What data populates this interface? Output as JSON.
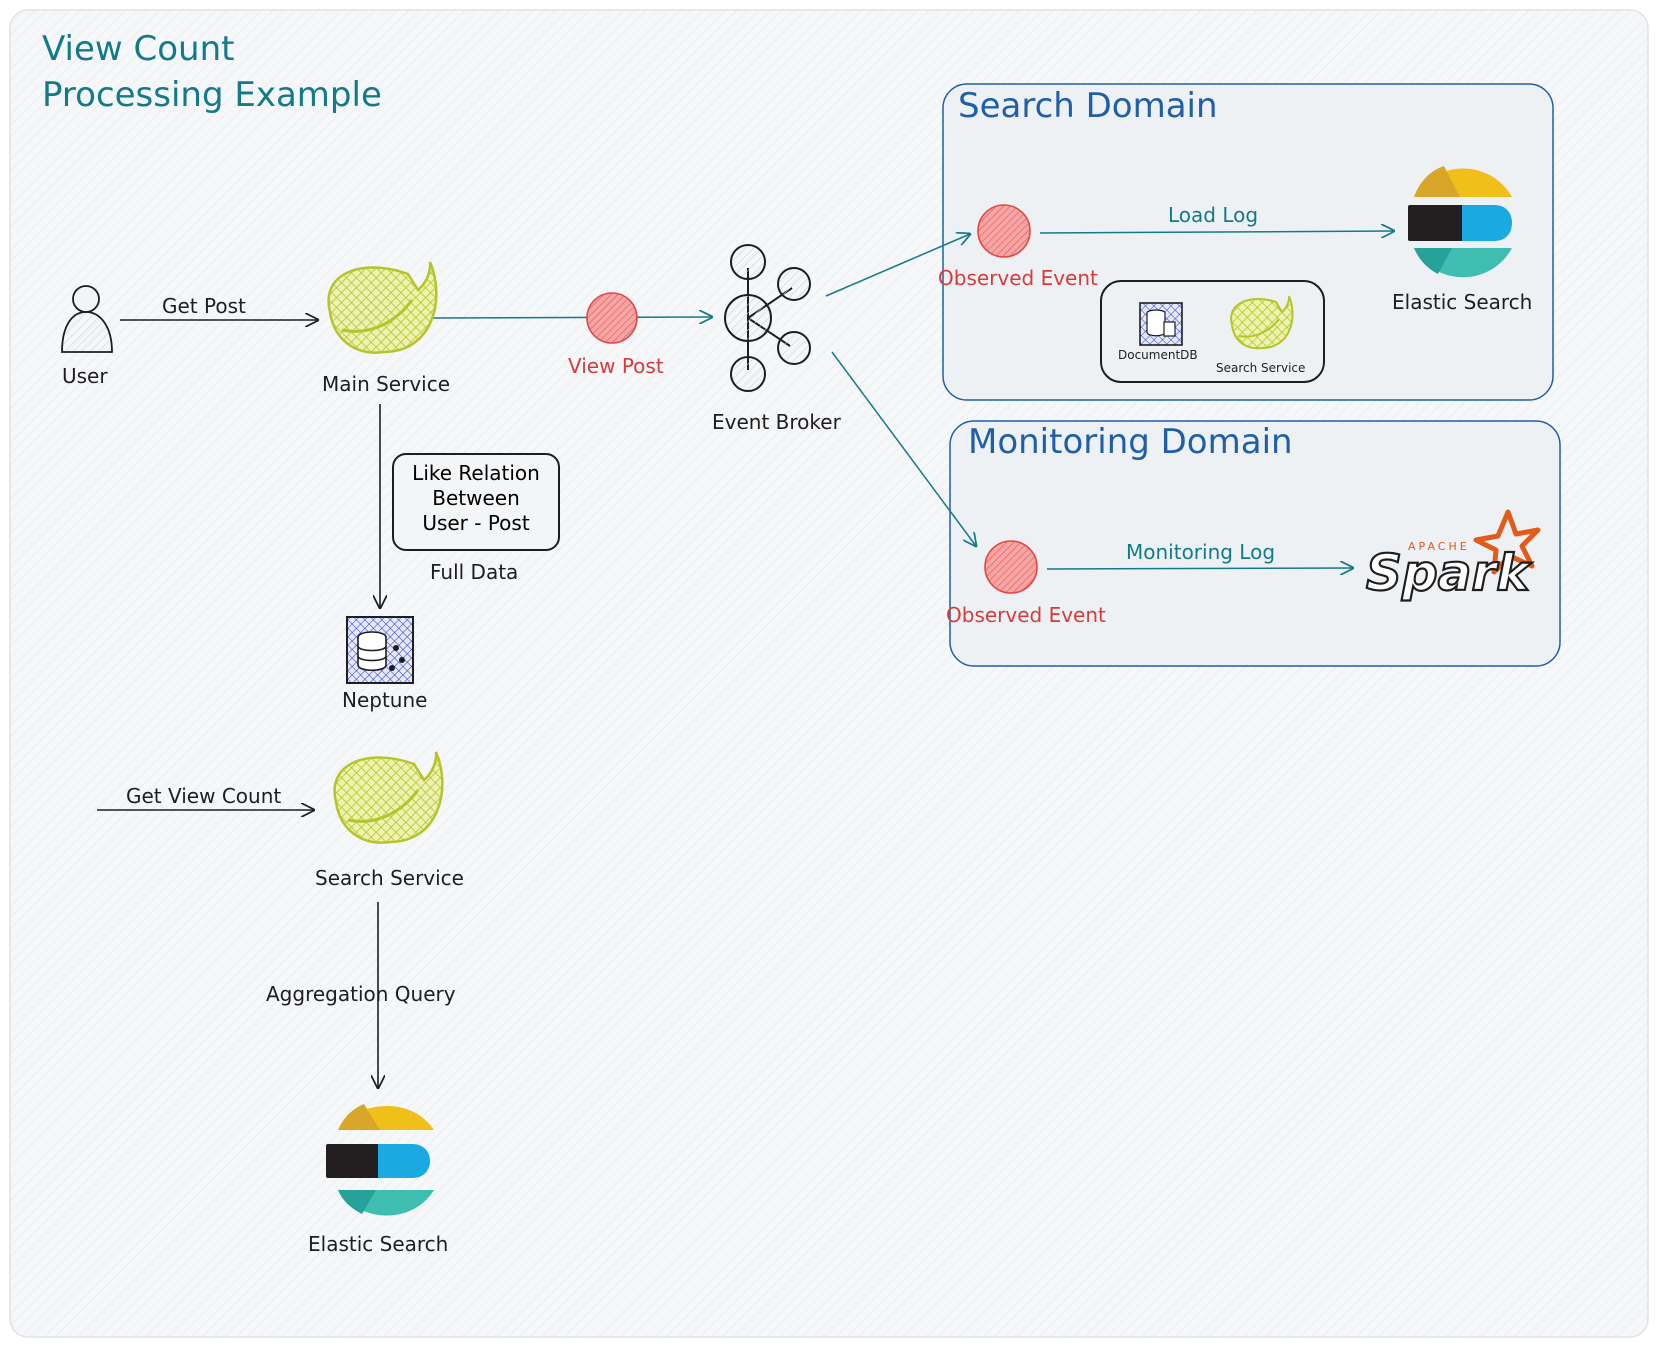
{
  "title_line1": "View Count",
  "title_line2": "Processing Example",
  "search_domain": {
    "title": "Search Domain",
    "event_label": "Observed Event",
    "arrow_label": "Load Log",
    "target_label": "Elastic Search",
    "inner_labels": [
      "DocumentDB",
      "Search Service"
    ]
  },
  "monitoring_domain": {
    "title": "Monitoring Domain",
    "event_label": "Observed Event",
    "arrow_label": "Monitoring Log",
    "spark_apache": "APACHE",
    "spark_text": "Spark"
  },
  "nodes": {
    "user": "User",
    "main_service": "Main Service",
    "event_broker": "Event Broker",
    "neptune": "Neptune",
    "search_service": "Search Service",
    "elastic_search": "Elastic Search"
  },
  "edges": {
    "get_post": "Get Post",
    "view_post": "View Post",
    "full_data": "Full Data",
    "get_view_count": "Get View Count",
    "aggregation_query": "Aggregation Query"
  },
  "note": {
    "line1": "Like Relation",
    "line2": "Between",
    "line3": "User - Post"
  },
  "colors": {
    "teal": "#137a8a",
    "blue": "#1f5fa8",
    "red": "#d63b3b",
    "spring_green": "#b5c42a",
    "elastic_yellow": "#f0bf1a",
    "elastic_blue": "#1ba9e1",
    "elastic_teal": "#3ebeb0",
    "spark_orange": "#e25a1c"
  }
}
